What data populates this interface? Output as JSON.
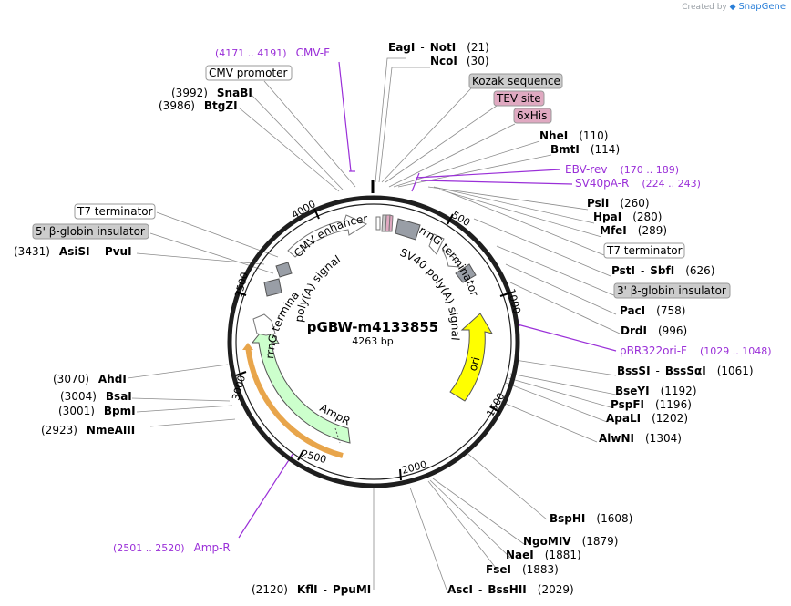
{
  "credit": {
    "text": "Created by",
    "brand": "SnapGene"
  },
  "plasmid": {
    "name": "pGBW-m4133855",
    "size": "4263 bp",
    "length": 4263
  },
  "colors": {
    "ring": "#1e1e1e",
    "primer": "#9a2fd8",
    "ori": "#ffff00",
    "ampr": "#ccffcc",
    "amp_outline": "#e8a54b",
    "grey_feature": "#999ea6"
  },
  "ticks": [
    "500",
    "1000",
    "1500",
    "2000",
    "2500",
    "3000",
    "3500",
    "4000"
  ],
  "tick_positions": [
    500,
    1000,
    1500,
    2000,
    2500,
    3000,
    3500,
    4000
  ],
  "sites": [
    {
      "name": "EagI",
      "sep": "-",
      "name2": "NotI",
      "pos": "(21)"
    },
    {
      "name": "NcoI",
      "pos": "(30)"
    },
    {
      "name": "NheI",
      "pos": "(110)"
    },
    {
      "name": "BmtI",
      "pos": "(114)"
    },
    {
      "name": "PsiI",
      "pos": "(260)"
    },
    {
      "name": "HpaI",
      "pos": "(280)"
    },
    {
      "name": "MfeI",
      "pos": "(289)"
    },
    {
      "name": "PstI",
      "sep": "-",
      "name2": "SbfI",
      "pos": "(626)"
    },
    {
      "name": "PacI",
      "pos": "(758)"
    },
    {
      "name": "DrdI",
      "pos": "(996)"
    },
    {
      "name": "BssSI",
      "sep": "-",
      "name2": "BssSαI",
      "pos": "(1061)"
    },
    {
      "name": "BseYI",
      "pos": "(1192)"
    },
    {
      "name": "PspFI",
      "pos": "(1196)"
    },
    {
      "name": "ApaLI",
      "pos": "(1202)"
    },
    {
      "name": "AlwNI",
      "pos": "(1304)"
    },
    {
      "name": "BspHI",
      "pos": "(1608)"
    },
    {
      "name": "NgoMIV",
      "pos": "(1879)"
    },
    {
      "name": "NaeI",
      "pos": "(1881)"
    },
    {
      "name": "FseI",
      "pos": "(1883)"
    },
    {
      "name": "AscI",
      "sep": "-",
      "name2": "BssHII",
      "pos": "(2029)"
    },
    {
      "name": "KflI",
      "sep": "-",
      "name2": "PpuMI",
      "pos": "(2120)"
    },
    {
      "name": "NmeAIII",
      "pos": "(2923)"
    },
    {
      "name": "BpmI",
      "pos": "(3001)"
    },
    {
      "name": "BsaI",
      "pos": "(3004)"
    },
    {
      "name": "AhdI",
      "pos": "(3070)"
    },
    {
      "name": "AsiSI",
      "sep": "-",
      "name2": "PvuI",
      "pos": "(3431)"
    },
    {
      "name": "BtgZI",
      "pos": "(3986)"
    },
    {
      "name": "SnaBI",
      "pos": "(3992)"
    }
  ],
  "primers": [
    {
      "name": "CMV-F",
      "range": "(4171 .. 4191)"
    },
    {
      "name": "EBV-rev",
      "range": "(170 .. 189)"
    },
    {
      "name": "SV40pA-R",
      "range": "(224 .. 243)"
    },
    {
      "name": "pBR322ori-F",
      "range": "(1029 .. 1048)"
    },
    {
      "name": "Amp-R",
      "range": "(2501 .. 2520)"
    }
  ],
  "boxed_labels": [
    {
      "text": "CMV promoter"
    },
    {
      "text": "Kozak sequence"
    },
    {
      "text": "TEV site"
    },
    {
      "text": "6xHis"
    },
    {
      "text": "T7 terminator"
    },
    {
      "text": "3' β-globin insulator"
    },
    {
      "text": "T7 terminator"
    },
    {
      "text": "5' β-globin insulator"
    }
  ],
  "features": {
    "cmv_enhancer": "CMV enhancer",
    "sv40": "SV40 poly(A) signal",
    "rrnG_right": "rrnG terminator",
    "rrnG_left": "rrnG terminator",
    "polyA_left": "poly(A) signal",
    "ori": "ori",
    "ampr": "AmpR"
  }
}
